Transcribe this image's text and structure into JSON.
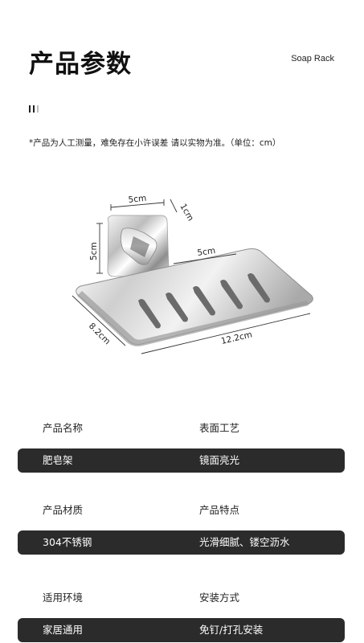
{
  "header": {
    "title": "产品参数",
    "subtitle": "Soap Rack"
  },
  "note": "*产品为人工测量，难免存在小许误差 请以实物为准。（单位：cm）",
  "dimensions": {
    "base_width": "5cm",
    "base_depth": "1cm",
    "base_height": "5cm",
    "tray_depth_top": "5cm",
    "tray_width": "8.2cm",
    "tray_length": "12.2cm"
  },
  "specs": [
    {
      "left_label": "产品名称",
      "right_label": "表面工艺",
      "left_value": "肥皂架",
      "right_value": "镜面亮光"
    },
    {
      "left_label": "产品材质",
      "right_label": "产品特点",
      "left_value": "304不锈钢",
      "right_value": "光滑细腻、镂空沥水"
    },
    {
      "left_label": "适用环境",
      "right_label": "安装方式",
      "left_value": "家居通用",
      "right_value": "免钉/打孔安装"
    }
  ]
}
